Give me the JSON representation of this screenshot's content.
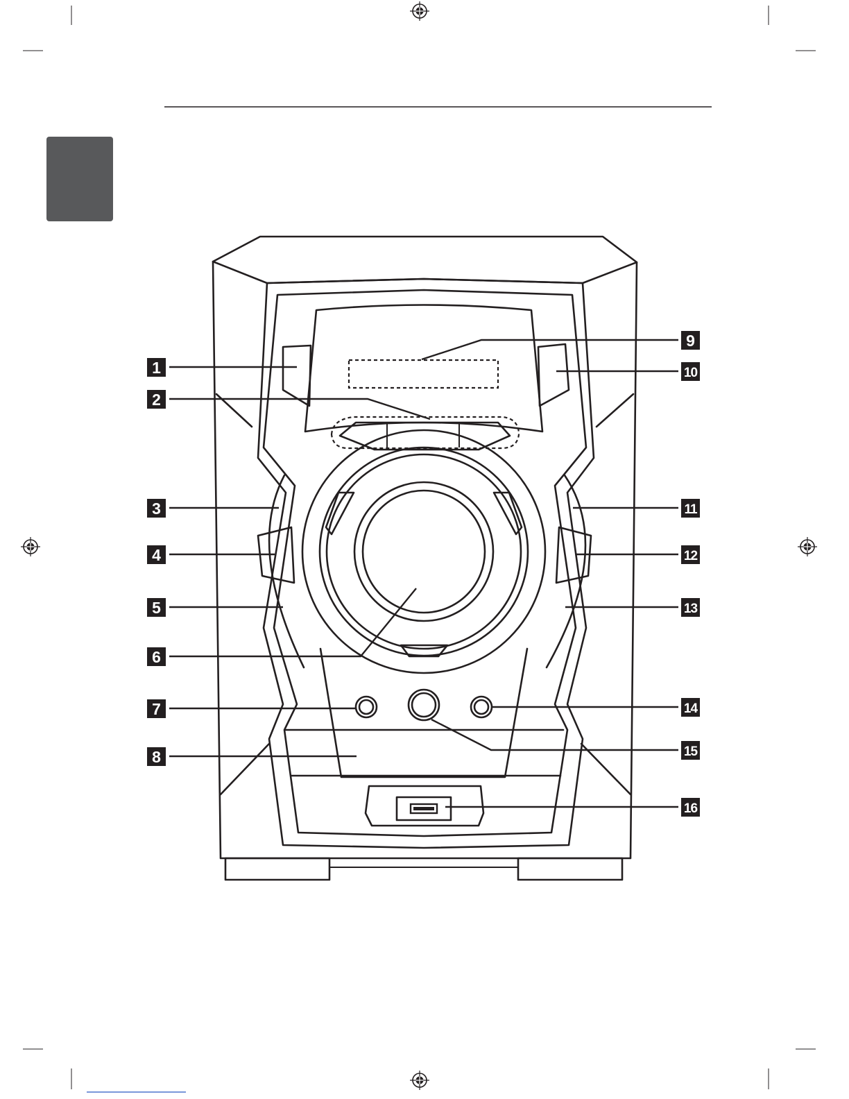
{
  "page": {
    "section_tab_color": "#58595b",
    "line_color": "#231f20"
  },
  "diagram": {
    "subject": "front panel of speaker unit",
    "callouts": [
      {
        "id": "1",
        "label": "1"
      },
      {
        "id": "2",
        "label": "2"
      },
      {
        "id": "3",
        "label": "3"
      },
      {
        "id": "4",
        "label": "4"
      },
      {
        "id": "5",
        "label": "5"
      },
      {
        "id": "6",
        "label": "6"
      },
      {
        "id": "7",
        "label": "7"
      },
      {
        "id": "8",
        "label": "8"
      },
      {
        "id": "9",
        "label": "9"
      },
      {
        "id": "10",
        "label": "10"
      },
      {
        "id": "11",
        "label": "11"
      },
      {
        "id": "12",
        "label": "12"
      },
      {
        "id": "13",
        "label": "13"
      },
      {
        "id": "14",
        "label": "14"
      },
      {
        "id": "15",
        "label": "15"
      },
      {
        "id": "16",
        "label": "16"
      }
    ],
    "icons": [
      "registration-mark-icon",
      "usb-port-icon"
    ]
  }
}
